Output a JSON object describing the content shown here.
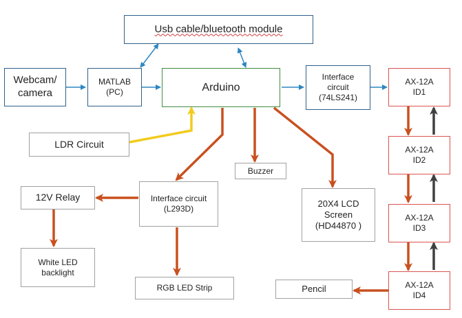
{
  "nodes": {
    "usb": {
      "label": "Usb cable/bluetooth module"
    },
    "webcam": {
      "label": "Webcam/\ncamera"
    },
    "matlab": {
      "label": "MATLAB\n(PC)"
    },
    "arduino": {
      "label": "Arduino"
    },
    "interface_74ls241": {
      "label": "Interface\ncircuit\n(74LS241)"
    },
    "ax1": {
      "label": "AX-12A\nID1"
    },
    "ax2": {
      "label": "AX-12A\nID2"
    },
    "ax3": {
      "label": "AX-12A\nID3"
    },
    "ax4": {
      "label": "AX-12A\nID4"
    },
    "ldr": {
      "label": "LDR Circuit"
    },
    "buzzer": {
      "label": "Buzzer"
    },
    "relay": {
      "label": "12V Relay"
    },
    "interface_l293d": {
      "label": "Interface circuit\n(L293D)"
    },
    "lcd": {
      "label": "20X4 LCD\nScreen\n(HD44870 )"
    },
    "white_led": {
      "label": "White LED\nbacklight"
    },
    "rgb": {
      "label": "RGB LED Strip"
    },
    "pencil": {
      "label": "Pencil"
    }
  },
  "colors": {
    "blue_arrow": "#2e86c1",
    "orange_arrow": "#c9501f",
    "yellow_arrow": "#f2cb1d",
    "dark_arrow": "#404040"
  }
}
